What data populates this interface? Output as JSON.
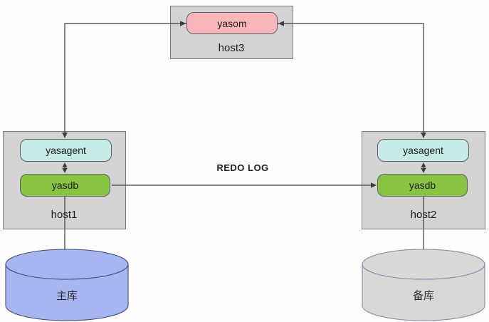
{
  "diagram": {
    "host3": {
      "label": "host3",
      "yasom": "yasom"
    },
    "host1": {
      "label": "host1",
      "yasagent": "yasagent",
      "yasdb": "yasdb"
    },
    "host2": {
      "label": "host2",
      "yasagent": "yasagent",
      "yasdb": "yasdb"
    },
    "redo_log_label": "REDO LOG",
    "primary_db_label": "主库",
    "standby_db_label": "备库",
    "colors": {
      "host_fill": "#d3d3d3",
      "host_border": "#6e7c94",
      "yasom_fill": "#fbb6ba",
      "yasagent_fill": "#c6eae6",
      "yasdb_fill": "#87c441",
      "node_border": "#5d6070",
      "primary_db_fill": "#a9b5f1",
      "standby_db_fill": "#d8d8d8",
      "connector": "#3d3d3d"
    }
  }
}
